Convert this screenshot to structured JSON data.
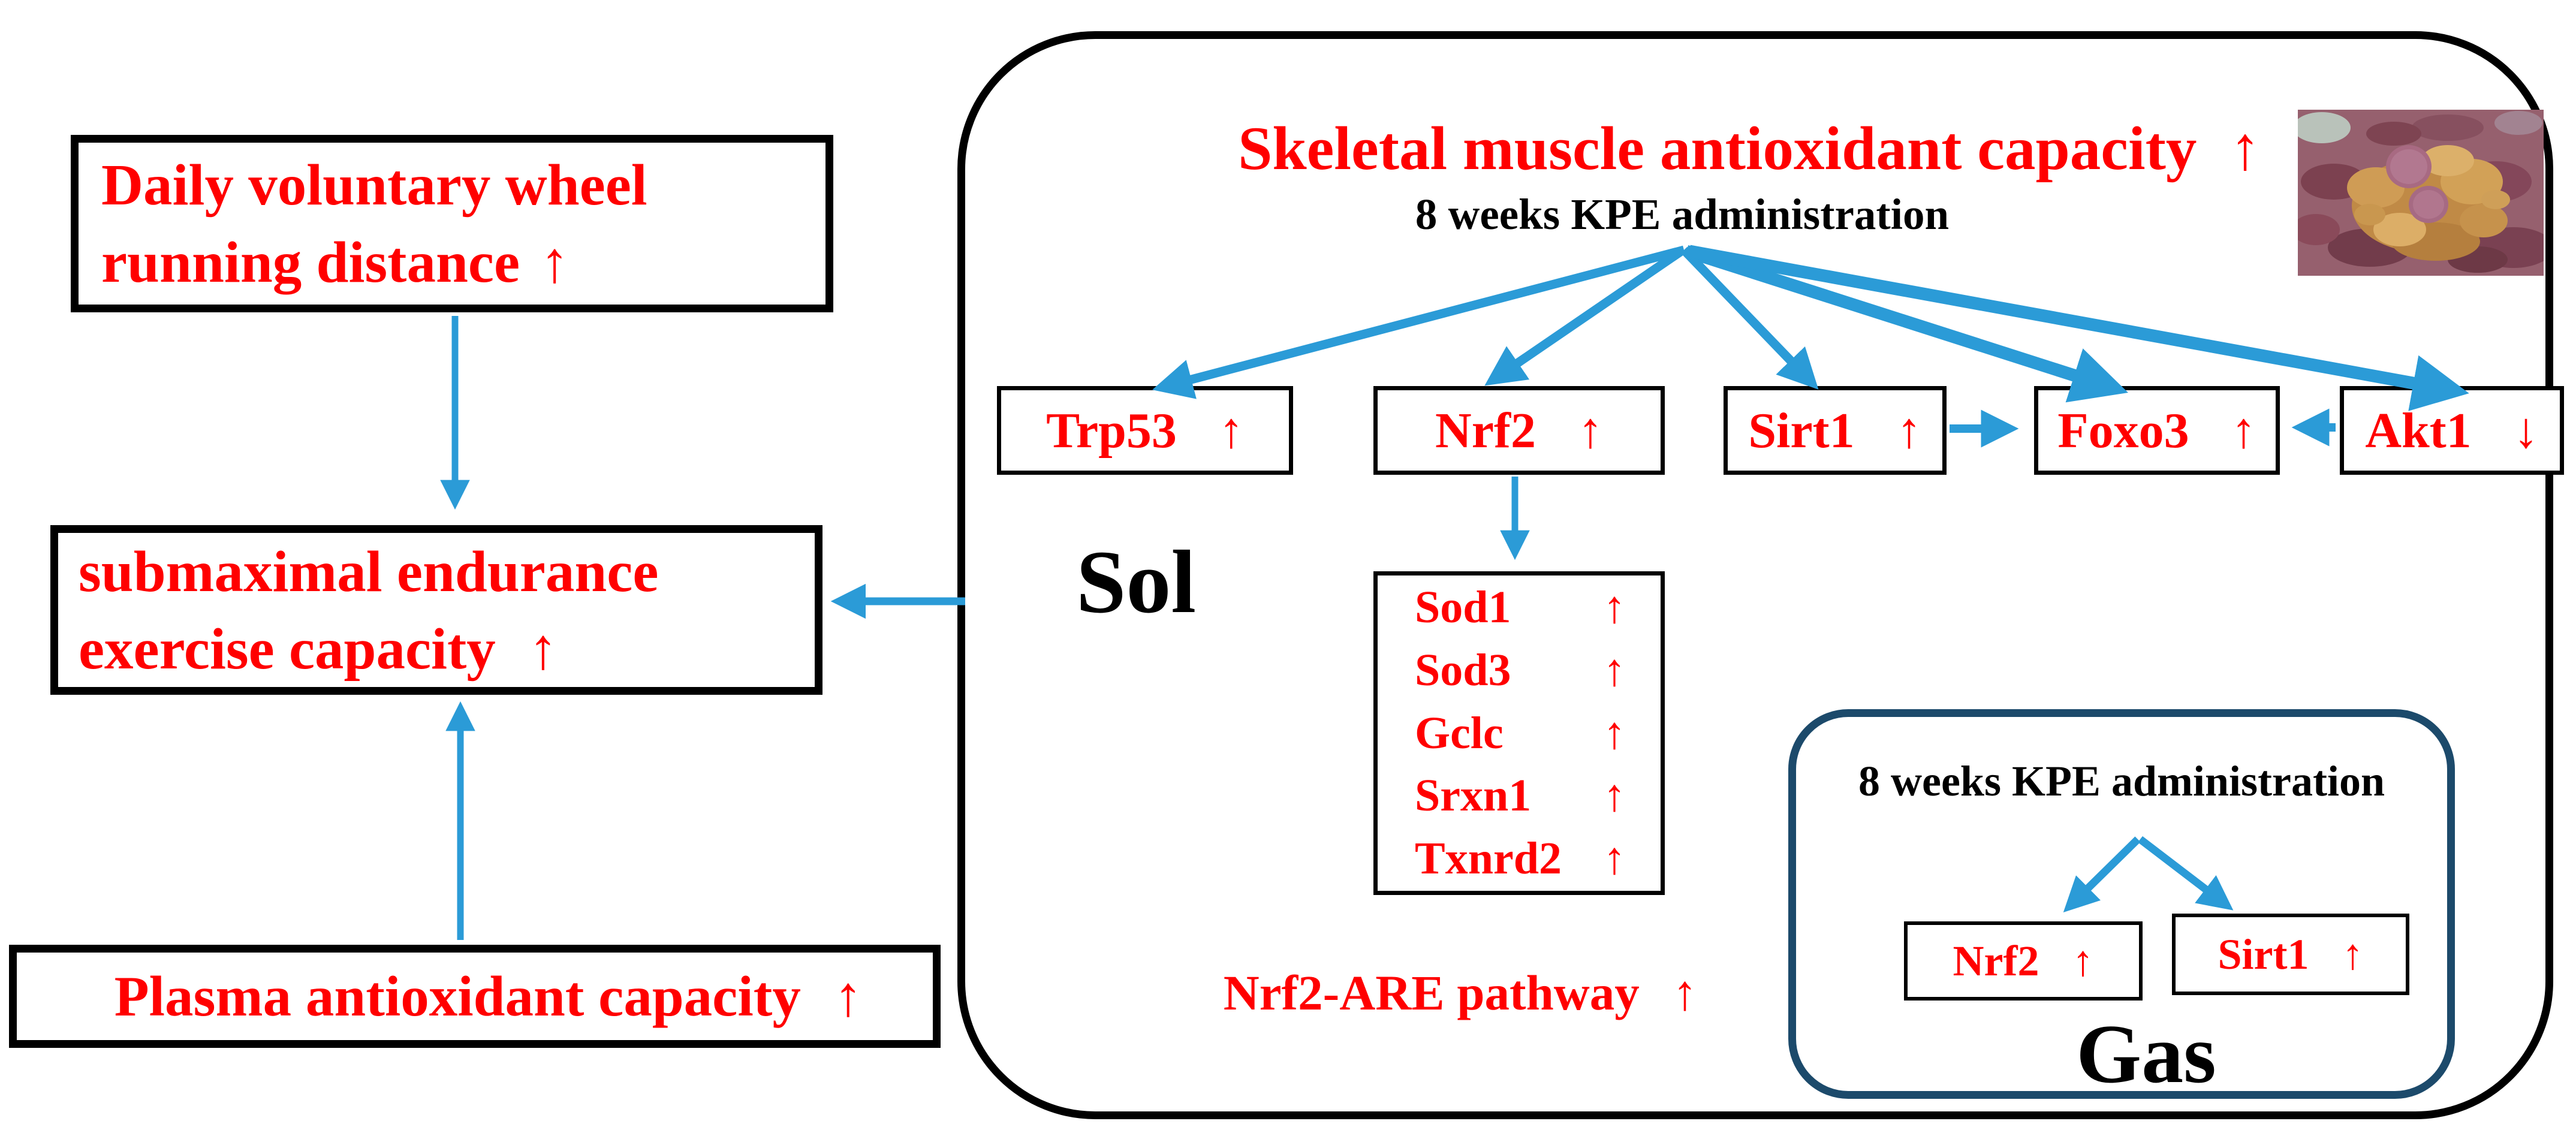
{
  "left_flow": {
    "daily_box": {
      "line1": "Daily voluntary wheel",
      "line2": "running distance",
      "arrow": "↑"
    },
    "submaximal_box": {
      "line1": "submaximal endurance",
      "line2": "exercise capacity",
      "arrow": "↑"
    },
    "plasma_box": {
      "text": "Plasma antioxidant capacity",
      "arrow": "↑"
    }
  },
  "sol_panel": {
    "title": "Skeletal muscle antioxidant capacity",
    "title_arrow": "↑",
    "subtitle": "8 weeks KPE administration",
    "muscle_label": "Sol",
    "gene_boxes": [
      {
        "name": "Trp53",
        "arrow": "↑"
      },
      {
        "name": "Nrf2",
        "arrow": "↑"
      },
      {
        "name": "Sirt1",
        "arrow": "↑"
      },
      {
        "name": "Foxo3",
        "arrow": "↑"
      },
      {
        "name": "Akt1",
        "arrow": "↓"
      }
    ],
    "are_gene_box": [
      {
        "name": "Sod1",
        "arrow": "↑"
      },
      {
        "name": "Sod3",
        "arrow": "↑"
      },
      {
        "name": "Gclc",
        "arrow": "↑"
      },
      {
        "name": "Srxn1",
        "arrow": "↑"
      },
      {
        "name": "Txnrd2",
        "arrow": "↑"
      }
    ],
    "pathway_label": "Nrf2-ARE pathway",
    "pathway_arrow": "↑"
  },
  "gas_panel": {
    "subtitle": "8 weeks KPE administration",
    "muscle_label": "Gas",
    "gene_boxes": [
      {
        "name": "Nrf2",
        "arrow": "↑"
      },
      {
        "name": "Sirt1",
        "arrow": "↑"
      }
    ]
  },
  "photo": {
    "icon": "kpe-rhizome-photo"
  },
  "colors": {
    "arrow_blue": "#2b9bd7",
    "text_red": "#ff0000",
    "gas_border_navy": "#1c4a6b",
    "box_border_black": "#000000"
  }
}
